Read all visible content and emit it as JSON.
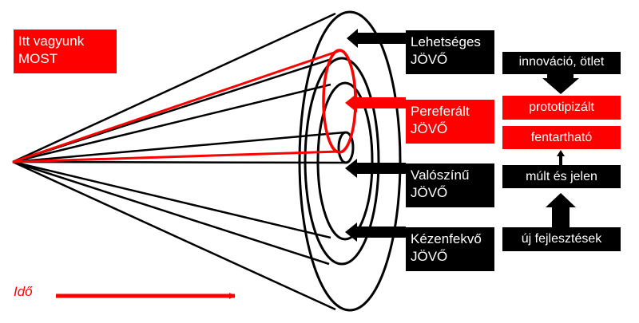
{
  "labels": {
    "most": [
      "Itt vagyunk",
      "MOST"
    ],
    "time": "Idő"
  },
  "futures": {
    "possible": [
      "Lehetséges",
      "JÖVŐ"
    ],
    "preferred": [
      "Pereferált",
      "JÖVŐ"
    ],
    "probable": [
      "Valószínű",
      "JÖVŐ"
    ],
    "plausible": [
      "Kézenfekvő",
      "JÖVŐ"
    ]
  },
  "chain": {
    "innovation": "innováció, ötlet",
    "prototype": "prototipizált",
    "sustainable": "fentartható",
    "past_present": "múlt és jelen",
    "new_developments": "új fejlesztések"
  },
  "colors": {
    "accent": "#ff0000",
    "dark": "#000000",
    "background": "#ffffff"
  }
}
